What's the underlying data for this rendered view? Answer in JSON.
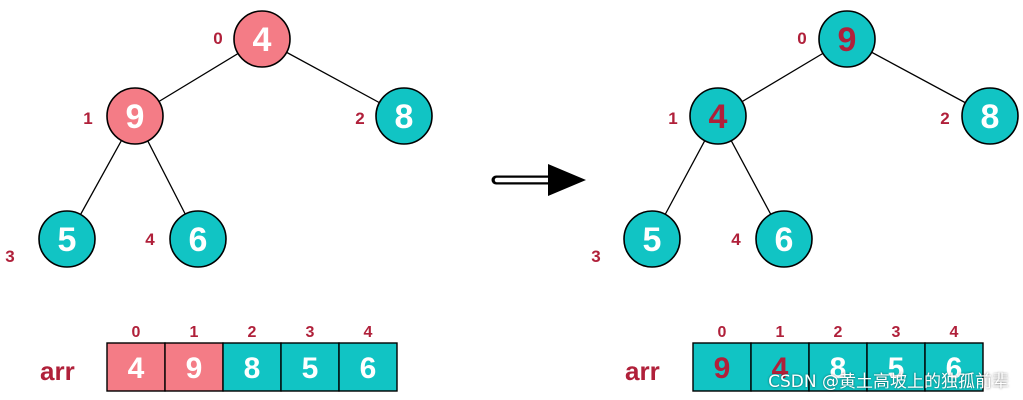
{
  "colors": {
    "cyan": "#11c4c4",
    "pink": "#f47c86",
    "white_text": "#ffffff",
    "red_text": "#b0203a",
    "line": "#000000"
  },
  "before": {
    "nodes": [
      {
        "index": "0",
        "value": "4",
        "fill": "pink",
        "text": "white"
      },
      {
        "index": "1",
        "value": "9",
        "fill": "pink",
        "text": "white"
      },
      {
        "index": "2",
        "value": "8",
        "fill": "cyan",
        "text": "white"
      },
      {
        "index": "3",
        "value": "5",
        "fill": "cyan",
        "text": "white"
      },
      {
        "index": "4",
        "value": "6",
        "fill": "cyan",
        "text": "white"
      }
    ],
    "array_label": "arr",
    "array": [
      {
        "index": "0",
        "value": "4",
        "fill": "pink",
        "text": "white"
      },
      {
        "index": "1",
        "value": "9",
        "fill": "pink",
        "text": "white"
      },
      {
        "index": "2",
        "value": "8",
        "fill": "cyan",
        "text": "white"
      },
      {
        "index": "3",
        "value": "5",
        "fill": "cyan",
        "text": "white"
      },
      {
        "index": "4",
        "value": "6",
        "fill": "cyan",
        "text": "white"
      }
    ]
  },
  "after": {
    "nodes": [
      {
        "index": "0",
        "value": "9",
        "fill": "cyan",
        "text": "red"
      },
      {
        "index": "1",
        "value": "4",
        "fill": "cyan",
        "text": "red"
      },
      {
        "index": "2",
        "value": "8",
        "fill": "cyan",
        "text": "white"
      },
      {
        "index": "3",
        "value": "5",
        "fill": "cyan",
        "text": "white"
      },
      {
        "index": "4",
        "value": "6",
        "fill": "cyan",
        "text": "white"
      }
    ],
    "array_label": "arr",
    "array": [
      {
        "index": "0",
        "value": "9",
        "fill": "cyan",
        "text": "red"
      },
      {
        "index": "1",
        "value": "4",
        "fill": "cyan",
        "text": "red"
      },
      {
        "index": "2",
        "value": "8",
        "fill": "cyan",
        "text": "white"
      },
      {
        "index": "3",
        "value": "5",
        "fill": "cyan",
        "text": "white"
      },
      {
        "index": "4",
        "value": "6",
        "fill": "cyan",
        "text": "white"
      }
    ]
  },
  "watermark": "CSDN @黄土高坡上的独孤前辈"
}
